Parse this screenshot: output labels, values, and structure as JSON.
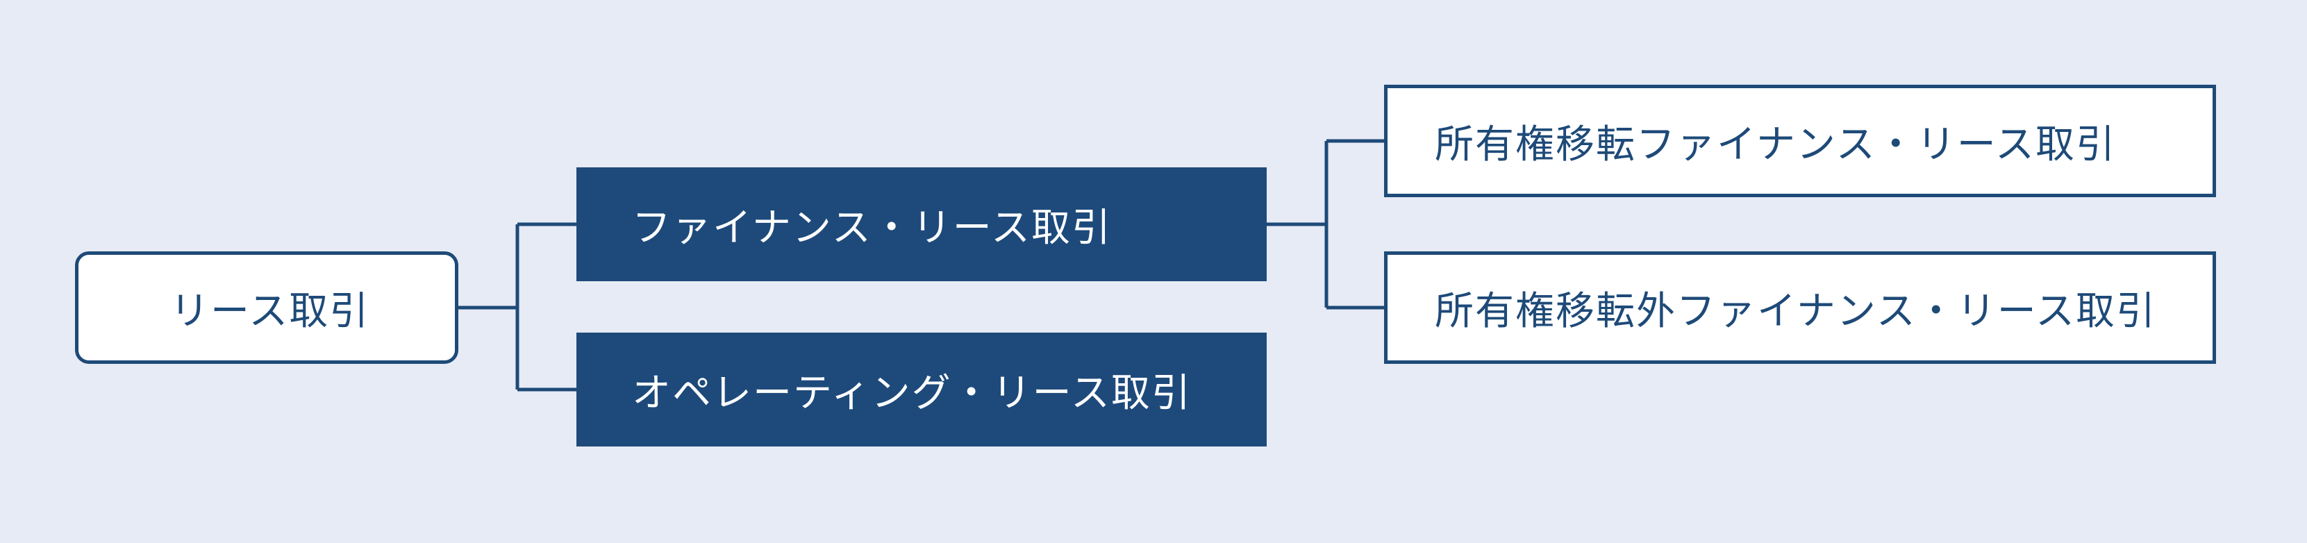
{
  "colors": {
    "background": "#e7ebf5",
    "primary": "#1e4a78",
    "box_fill": "#ffffff",
    "mid_fill": "#1e4a7b",
    "mid_text": "#ffffff"
  },
  "diagram": {
    "root": {
      "label": "リース取引"
    },
    "branches": [
      {
        "label": "ファイナンス・リース取引",
        "children": [
          {
            "label": "所有権移転ファイナンス・リース取引"
          },
          {
            "label": "所有権移転外ファイナンス・リース取引"
          }
        ]
      },
      {
        "label": "オペレーティング・リース取引",
        "children": []
      }
    ]
  }
}
